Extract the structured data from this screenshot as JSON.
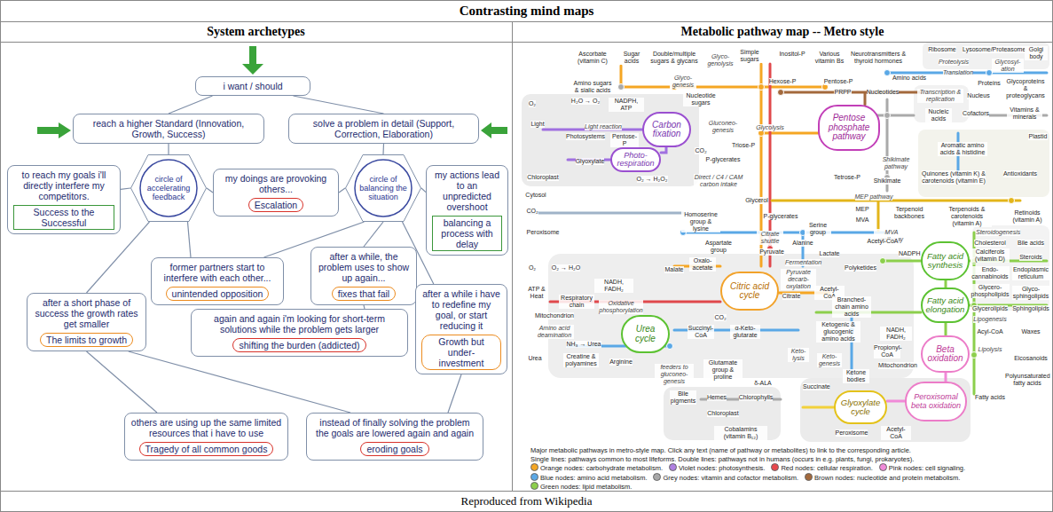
{
  "diagram": {
    "title": "Contrasting mind maps",
    "caption": "Reproduced from Wikipedia",
    "nodes": [
      {
        "text": [
          "i want / should"
        ]
      },
      {
        "text": [
          "reach a higher Standard (Innovation, Growth, Success)"
        ]
      },
      {
        "text": [
          "solve a problem in detail (Support, Correction, Elaboration)"
        ]
      },
      {
        "text": [
          "circle of accelerating feedback"
        ]
      },
      {
        "text": [
          "circle of balancing the situation"
        ]
      },
      {
        "text": [
          "to reach my goals i'll directly interfere my competitors."
        ]
      },
      {
        "text": [
          "Success to the Successful"
        ],
        "in": 5
      },
      {
        "text": [
          "my doings are provoking others..."
        ]
      },
      {
        "text": [
          "Escalation"
        ],
        "in": 7
      },
      {
        "text": [
          "my actions lead to an unpredicted overshoot"
        ]
      },
      {
        "text": [
          "balancing a process with delay"
        ],
        "in": 9
      },
      {
        "text": [
          "former partners start to interfere with each other..."
        ]
      },
      {
        "text": [
          "unintended opposition"
        ],
        "in": 11
      },
      {
        "text": [
          "after a while, the problem uses to show up again..."
        ]
      },
      {
        "text": [
          "fixes that fail"
        ],
        "in": 13
      },
      {
        "text": [
          "after a short phase of success the growth rates get smaller"
        ]
      },
      {
        "text": [
          "The limits to growth"
        ],
        "in": 15
      },
      {
        "text": [
          "again and again i'm looking for short-term solutions while the problem gets larger"
        ]
      },
      {
        "text": [
          "shifting the burden (addicted)"
        ],
        "in": 17
      },
      {
        "text": [
          "after a while i have to redefine my goal, or start reducing it"
        ]
      },
      {
        "text": [
          "Growth but under-investment"
        ],
        "in": 19
      },
      {
        "text": [
          "others are using up the same limited resources that i have to use"
        ]
      },
      {
        "text": [
          "Tragedy of all common goods"
        ],
        "in": 21
      },
      {
        "text": [
          "instead of finally solving the problem the goals are lowered again and again"
        ]
      },
      {
        "text": [
          "eroding goals"
        ],
        "in": 23
      },
      {
        "text": [
          "Carbon fixation"
        ]
      },
      {
        "text": [
          "Photo-respiration"
        ]
      },
      {
        "text": [
          "Pentose phosphate pathway"
        ]
      },
      {
        "text": [
          "Citric acid cycle"
        ]
      },
      {
        "text": [
          "Urea cycle"
        ]
      },
      {
        "text": [
          "Fatty acid synthesis"
        ]
      },
      {
        "text": [
          "Fatty acid elongation"
        ]
      },
      {
        "text": [
          "Beta oxidation"
        ]
      },
      {
        "text": [
          "Glyoxylate cycle"
        ]
      },
      {
        "text": [
          "Peroxisomal beta oxidation"
        ]
      }
    ],
    "edges": [
      {
        "from": 0,
        "to": 1,
        "arrow": "none"
      },
      {
        "from": 0,
        "to": 2,
        "arrow": "none"
      },
      {
        "from": 1,
        "to": 3,
        "arrow": "none"
      },
      {
        "from": 2,
        "to": 4,
        "arrow": "none"
      },
      {
        "from": 3,
        "to": 5,
        "arrow": "none"
      },
      {
        "from": 3,
        "to": 7,
        "arrow": "none"
      },
      {
        "from": 4,
        "to": 7,
        "arrow": "none"
      },
      {
        "from": 4,
        "to": 9,
        "arrow": "none"
      },
      {
        "from": 3,
        "to": 11,
        "arrow": "none"
      },
      {
        "from": 4,
        "to": 11,
        "arrow": "none"
      },
      {
        "from": 4,
        "to": 13,
        "arrow": "none"
      },
      {
        "from": 3,
        "to": 15,
        "arrow": "none"
      },
      {
        "from": 4,
        "to": 19,
        "arrow": "none"
      },
      {
        "from": 13,
        "to": 17,
        "arrow": "none"
      },
      {
        "from": 15,
        "to": 21,
        "arrow": "none"
      },
      {
        "from": 15,
        "to": 23,
        "arrow": "none"
      },
      {
        "from": 19,
        "to": 23,
        "arrow": "none"
      }
    ],
    "labels": [
      "System archetypes",
      "Metabolic pathway map -- Metro style",
      "Ascorbate (vitamin C)",
      "Sugar acids",
      "Double/multiple sugars & glycans",
      "Glyco-genolysis",
      "Simple sugars",
      "Inositol-P",
      "Various vitamin Bs",
      "Neurotransmitters & thyroid hormones",
      "Ribosome",
      "Lysosome/Proteasome",
      "Golgi body",
      "Proteolysis",
      "Glycosyl-ation",
      "Amino sugars & sialic acids",
      "Glyco-genesis",
      "Nucleotide sugars",
      "Hexose-P",
      "Pentose-P",
      "PRPP",
      "Nucleotides",
      "Transcription & replication",
      "Amino acids",
      "Translation",
      "Proteins",
      "Glycoproteins & proteoglycans",
      "Nucleic acids",
      "Nucleus",
      "Cofactors",
      "Vitamins & minerals",
      "O₂",
      "H₂O → O₂",
      "NADPH, ATP",
      "Light",
      "Light reaction",
      "Photosystems",
      "Pentose-P",
      "Glyoxylate",
      "Gluconeo-genesis",
      "Glycolysis",
      "Triose-P",
      "P-glycerates",
      "CO₂",
      "O₂ → H₂O₂",
      "Direct / C4 / CAM carbon intake",
      "Shikimate pathway",
      "Tetrose-P",
      "Shikimate",
      "Aromatic amino acids & histidine",
      "Quinones (vitamin K) & carotenoids (vitamin E)",
      "Antioxidants",
      "Plastid",
      "Chloroplast",
      "Cytosol",
      "CO₂",
      "Peroxisome",
      "MEP pathway",
      "MEP",
      "MVA",
      "MVA pathway",
      "Terpenoid backbones",
      "Terpenoids & carotenoids (vitamin A)",
      "Retinoids (vitamin A)",
      "Homoserine group & lysine",
      "Glycerol",
      "P-glycerates",
      "Serine group",
      "Acetyl-CoA",
      "NADPH",
      "Steroidogenesis",
      "Cholesterol",
      "Calciferols (vitamin D)",
      "Bile acids",
      "Steroids",
      "Endoplasmic reticulum",
      "Alanine",
      "Citrate shuttle",
      "Pyruvate",
      "Lactate",
      "O₂",
      "O₂ → H₂O",
      "Malate",
      "Aspartate group",
      "Oxalo-acetate",
      "Fermentation",
      "Polyketides",
      "Pyruvate decarb-oxylation",
      "NADH, FADH₂",
      "ATP & Heat",
      "Respiratory chain",
      "Oxidative phosphorylation",
      "Citrate",
      "Acetyl-CoA",
      "Branched-chain amino acids",
      "Endo-cannabinoids",
      "Glycero-phospholipids",
      "Glyco-sphingolipids",
      "Glycerolipids",
      "Sphingolipids",
      "Lipogenesis",
      "Acyl-CoA",
      "Waxes",
      "Lipolysis",
      "Eicosanoids",
      "Polyunsaturated fatty acids",
      "Fatty acids",
      "Mitochondrion",
      "Amino acid deamination",
      "NH₃ → Urea",
      "CO₂",
      "Succinyl-CoA",
      "α-Keto-glutarate",
      "Ketogenic & glucogenic amino acids",
      "NADH, FADH₂",
      "Keto-lysis",
      "Keto-genesis",
      "Propionyl-CoA",
      "Ketone bodies",
      "Mitochondrion",
      "Urea",
      "Creatine & polyamines",
      "Arginine",
      "feeders to gluconeo-genesis",
      "Glutamate group & proline",
      "δ-ALA",
      "Succinate",
      "Acetyl-CoA",
      "Peroxisome",
      "Bile pigments",
      "Hemes",
      "Chlorophylls",
      "Chloroplast",
      "Cobalamins (vitamin B₁₂)",
      "Major metabolic pathways in metro-style map. Click any text (name of pathway or metabolites) to link to the corresponding article.",
      "Single lines: pathways common to most lifeforms. Double lines: pathways not in humans (occurs in e.g. plants, fungi, prokaryotes)."
    ],
    "legend": [
      {
        "text": "Orange nodes: carbohydrate metabolism.",
        "color": "#f5a623"
      },
      {
        "text": "Violet nodes: photosynthesis.",
        "color": "#b07fe0"
      },
      {
        "text": "Red nodes: cellular respiration.",
        "color": "#e8484c"
      },
      {
        "text": "Pink nodes: cell signaling.",
        "color": "#f08ad8"
      },
      {
        "text": "Blue nodes: amino acid metabolism.",
        "color": "#5aa8e6"
      },
      {
        "text": "Grey nodes: vitamin and cofactor metabolism.",
        "color": "#a8a8a8"
      },
      {
        "text": "Brown nodes: nucleotide and protein metabolism.",
        "color": "#a3693c"
      },
      {
        "text": "Green nodes: lipid metabolism.",
        "color": "#8ccf4c"
      }
    ]
  }
}
